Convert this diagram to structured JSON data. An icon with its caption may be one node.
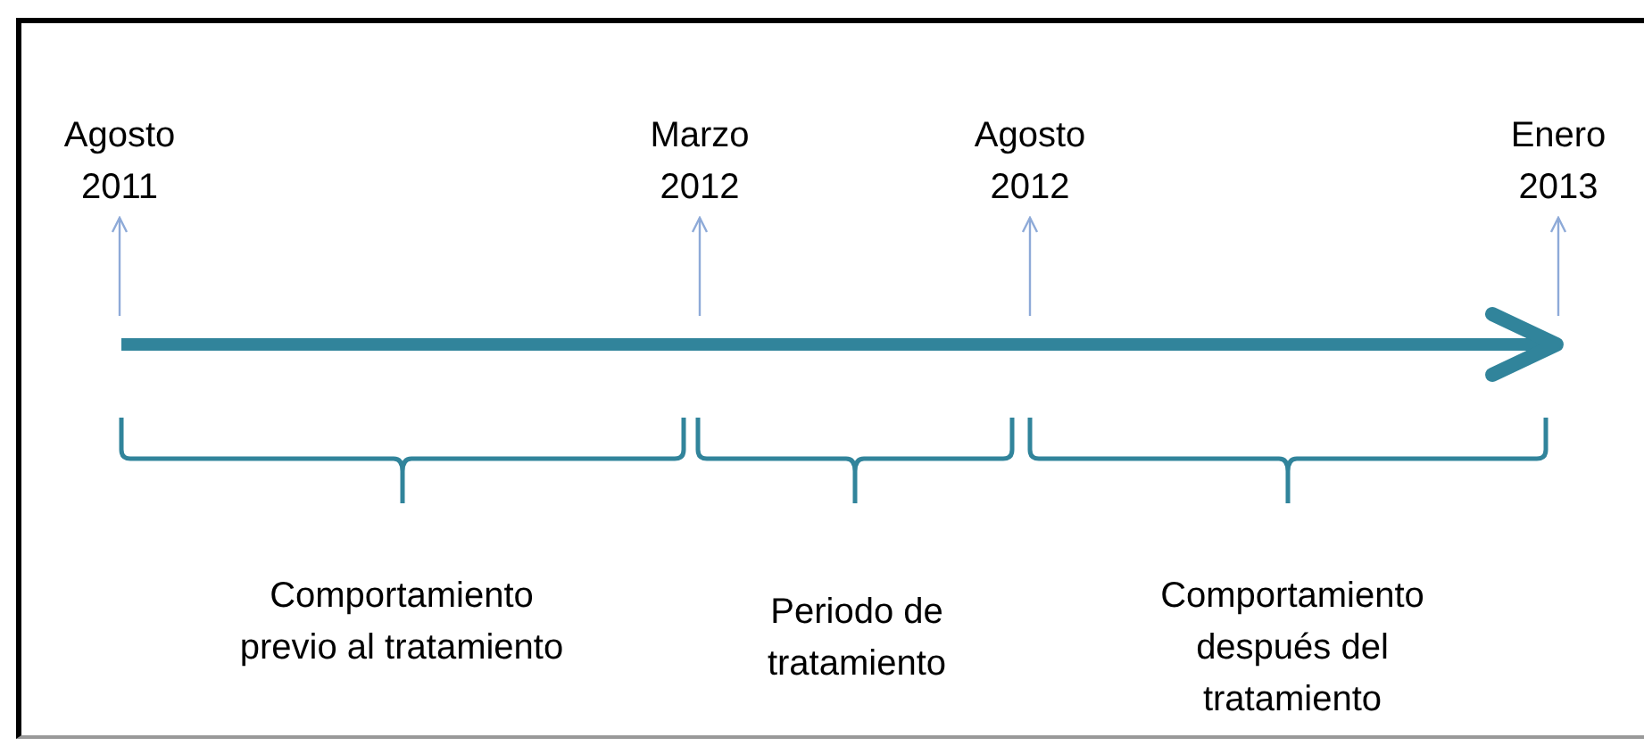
{
  "diagram": {
    "nodes": [
      {
        "text": [
          "Agosto 2011"
        ]
      },
      {
        "text": [
          "Marzo 2012"
        ]
      },
      {
        "text": [
          "Agosto 2012"
        ]
      },
      {
        "text": [
          "Enero 2013"
        ]
      }
    ],
    "edges": [
      {
        "from": null,
        "to": 0,
        "arrow": "to"
      },
      {
        "from": null,
        "to": 1,
        "arrow": "to"
      },
      {
        "from": null,
        "to": 2,
        "arrow": "to"
      },
      {
        "from": null,
        "to": 3,
        "arrow": "to"
      }
    ],
    "labels": [
      "Comportamiento previo al tratamiento",
      "Periodo de tratamiento",
      "Comportamiento después del tratamiento"
    ]
  }
}
